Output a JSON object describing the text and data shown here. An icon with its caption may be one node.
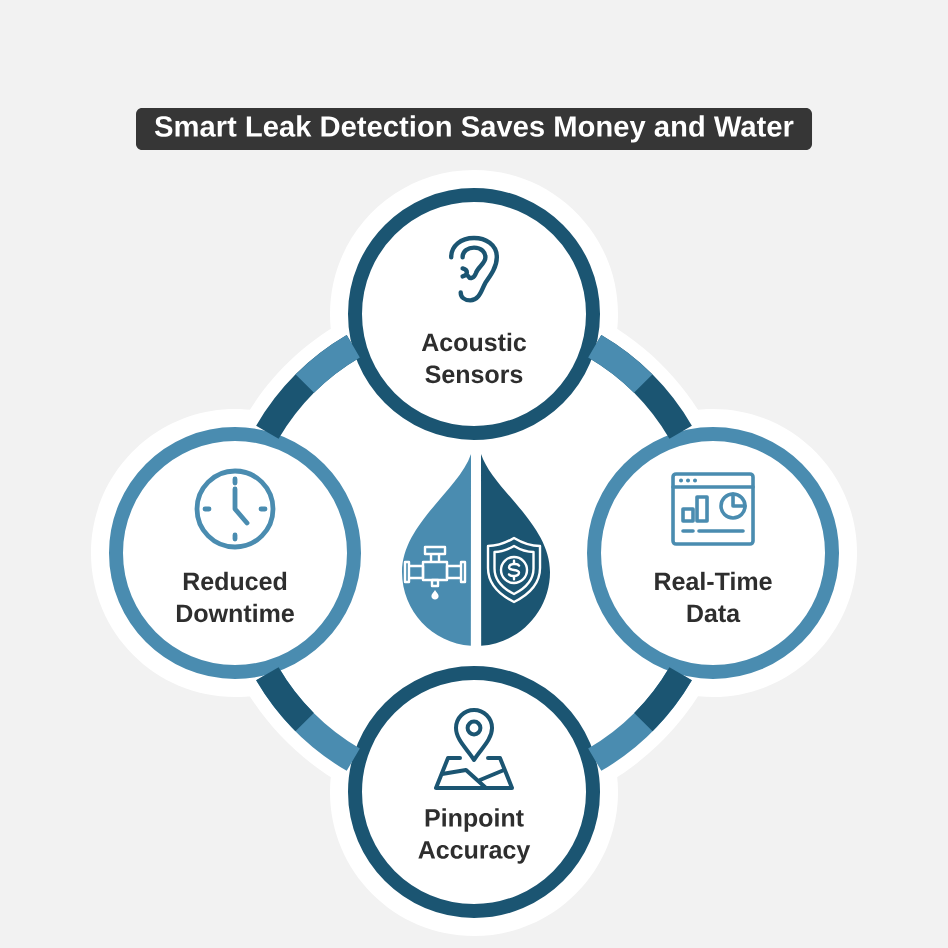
{
  "diagram": {
    "title": "Smart Leak Detection Saves Money and Water",
    "nodes": [
      {
        "text": [
          "Acoustic Sensors"
        ]
      },
      {
        "text": [
          "Reduced Downtime"
        ]
      },
      {
        "text": [
          "Real-Time Data"
        ]
      },
      {
        "text": [
          "Pinpoint Accuracy"
        ]
      }
    ],
    "edges": [
      {
        "from": 0,
        "to": 1,
        "arrow": "none"
      },
      {
        "from": 0,
        "to": 2,
        "arrow": "none"
      },
      {
        "from": 1,
        "to": 3,
        "arrow": "none"
      },
      {
        "from": 2,
        "to": 3,
        "arrow": "none"
      }
    ]
  }
}
